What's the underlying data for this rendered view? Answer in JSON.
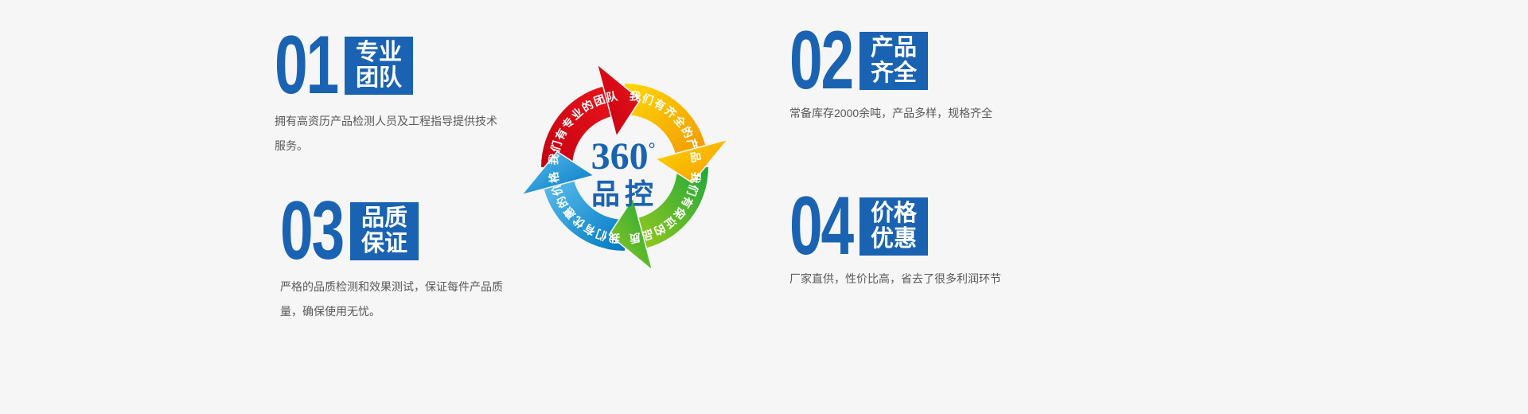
{
  "colors": {
    "background": "#f6f6f6",
    "accent": "#1a63b2",
    "text": "#595959",
    "arrow_label": "#ffffff",
    "red_from": "#c40011",
    "red_to": "#e9151b",
    "orange_from": "#ffd800",
    "orange_to": "#f39800",
    "green_from": "#1ea93c",
    "green_to": "#97c81e",
    "blue_from": "#0079c4",
    "blue_to": "#5cbdec"
  },
  "center": {
    "value": "360",
    "degree": "°",
    "label": "品控"
  },
  "arrows": [
    {
      "id": "team",
      "label": "我们有专业的团队"
    },
    {
      "id": "products",
      "label": "我们有齐全的产品"
    },
    {
      "id": "quality",
      "label": "我们有保证的品质"
    },
    {
      "id": "price",
      "label": "我们有优惠的价格"
    }
  ],
  "features": [
    {
      "number": "01",
      "title_line1": "专业",
      "title_line2": "团队",
      "description": "拥有高资历产品检测人员及工程指导提供技术服务。"
    },
    {
      "number": "02",
      "title_line1": "产品",
      "title_line2": "齐全",
      "description": "常备库存2000余吨，产品多样，规格齐全"
    },
    {
      "number": "03",
      "title_line1": "品质",
      "title_line2": "保证",
      "description": "严格的品质检测和效果测试，保证每件产品质量，确保使用无忧。"
    },
    {
      "number": "04",
      "title_line1": "价格",
      "title_line2": "优惠",
      "description": "厂家直供，性价比高，省去了很多利润环节"
    }
  ]
}
